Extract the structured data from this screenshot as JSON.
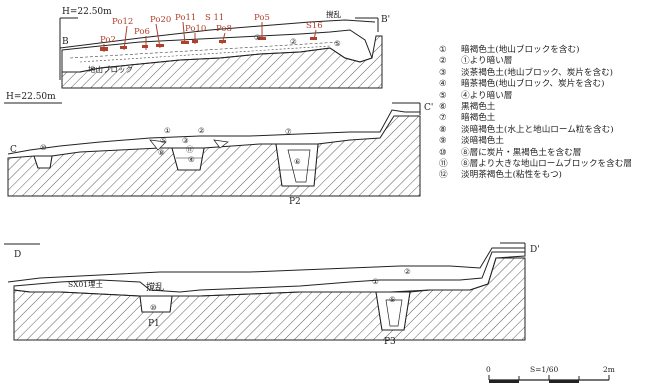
{
  "section_b": {
    "elevation": "H=22.50m",
    "left_label": "B",
    "right_label": "B'",
    "disturbed": "撹乱",
    "bedrock": "地山ブロック",
    "layer_nums": [
      "①",
      "②",
      "⑤"
    ],
    "pottery": {
      "color": "#b0402a",
      "labels": [
        "Po2",
        "Po12",
        "Po6",
        "Po20",
        "Po11",
        "Po10",
        "S 11",
        "Po8",
        "Po5",
        "S16"
      ]
    }
  },
  "section_c": {
    "elevation": "H=22.50m",
    "left_label": "C",
    "right_label": "C'",
    "pit_label": "P2",
    "layer_nums": [
      "①",
      "②",
      "③",
      "④",
      "⑤",
      "⑥",
      "⑦",
      "⑧",
      "⑩",
      "⑪"
    ]
  },
  "section_d": {
    "left_label": "D",
    "right_label": "D'",
    "fill_label": "SX01埋土",
    "disturbed": "撹乱",
    "pit_left": "P1",
    "pit_right": "P3",
    "layer_nums": [
      "①",
      "②",
      "⑤",
      "⑩"
    ]
  },
  "legend": [
    {
      "num": "①",
      "text": "暗褐色土(地山ブロックを含む)"
    },
    {
      "num": "②",
      "text": "①より暗い層"
    },
    {
      "num": "③",
      "text": "淡茶褐色土(地山ブロック、炭片を含む)"
    },
    {
      "num": "④",
      "text": "暗茶褐色(地山ブロック、炭片を含む)"
    },
    {
      "num": "⑤",
      "text": "④より暗い層"
    },
    {
      "num": "⑥",
      "text": "黒褐色土"
    },
    {
      "num": "⑦",
      "text": "暗褐色土"
    },
    {
      "num": "⑧",
      "text": "淡暗褐色土(水上と地山ローム粒を含む)"
    },
    {
      "num": "⑨",
      "text": "淡暗褐色土"
    },
    {
      "num": "⑩",
      "text": "⑧層に炭片・黒褐色土を含む層"
    },
    {
      "num": "⑪",
      "text": "⑧層より大きな地山ロームブロックを含む層"
    },
    {
      "num": "⑫",
      "text": "淡明茶褐色土(粘性をもつ)"
    }
  ],
  "scale": {
    "label": "S=1/60",
    "start": "0",
    "end": "2m"
  }
}
